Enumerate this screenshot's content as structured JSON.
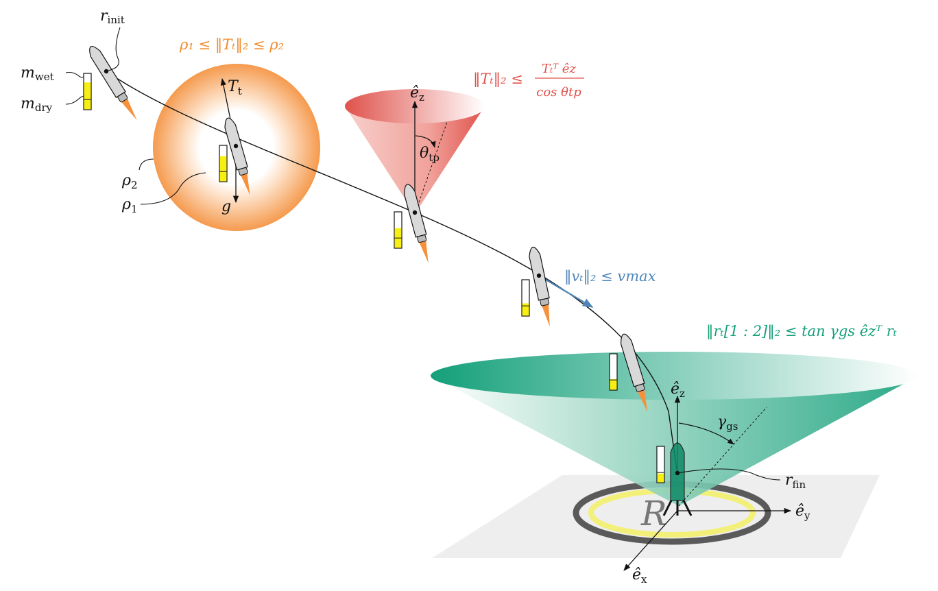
{
  "labels": {
    "r_init": "r",
    "r_init_sub": "init",
    "m_wet": "m",
    "m_wet_sub": "wet",
    "m_dry": "m",
    "m_dry_sub": "dry",
    "rho1": "ρ",
    "rho1_sub": "1",
    "rho2": "ρ",
    "rho2_sub": "2",
    "thrust": "T",
    "thrust_sub": "t",
    "gravity": "g",
    "theta_tp": "θ",
    "theta_tp_sub": "tp",
    "ez_upper": "ê",
    "ez_upper_sub": "z",
    "ez_lower": "ê",
    "ez_lower_sub": "z",
    "ey": "ê",
    "ey_sub": "y",
    "ex": "ê",
    "ex_sub": "x",
    "gamma_gs": "γ",
    "gamma_gs_sub": "gs",
    "r_fin": "r",
    "r_fin_sub": "fin",
    "pad_letter": "R"
  },
  "constraints": {
    "thrust_bounds": "ρ₁ ≤ ‖Tₜ‖₂ ≤ ρ₂",
    "tilt_lhs": "‖Tₜ‖₂ ≤",
    "tilt_num": "Tₜᵀ êz",
    "tilt_den": "cos θtp",
    "velocity": "‖vₜ‖₂ ≤ vmax",
    "glideslope": "‖rₜ[1 : 2]‖₂ ≤ tan γgs êzᵀ rₜ"
  },
  "colors": {
    "thrust_bounds": "#f08a2a",
    "tilt": "#e0524c",
    "velocity": "#4f86b8",
    "glideslope": "#14a07a",
    "fuel": "#f7ef14",
    "flame": "#f5913a",
    "pad_ring_outer": "#5a5a5a",
    "pad_ring_inner": "#f3f07a"
  },
  "fuel_levels": [
    0.75,
    0.7,
    0.55,
    0.35,
    0.3,
    0.25
  ]
}
